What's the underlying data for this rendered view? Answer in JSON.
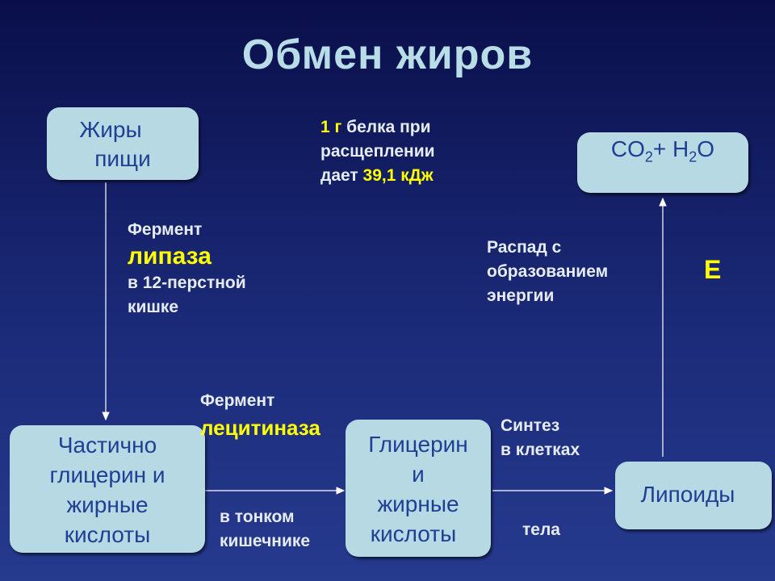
{
  "title": "Обмен жиров",
  "nodes": {
    "dietary_fats": {
      "lines": [
        "Жиры",
        "пищи"
      ]
    },
    "co2_h2o": {
      "co": "CO",
      "sub1": "2",
      "plus": "+ H",
      "sub2": "2",
      "o": "O"
    },
    "partial": {
      "lines": [
        "Частично",
        "глицерин и",
        "жирные",
        "кислоты"
      ]
    },
    "glycerin": {
      "lines": [
        "Глицерин",
        "и",
        "жирные",
        "кислоты"
      ]
    },
    "lipoids": {
      "lines": [
        "Липоиды"
      ]
    }
  },
  "labels": {
    "energy_note": {
      "g": "1 г",
      "rest1": " белка при",
      "line2": "расщеплении",
      "line3a": "дает ",
      "value": "39,1 кДж"
    },
    "lipase": {
      "line1": "Фермент",
      "enzyme": "липаза",
      "line3": "в 12-перстной",
      "line4": "кишке"
    },
    "lecithinase": {
      "line1": "Фермент",
      "enzyme": "лецитиназа"
    },
    "small_intestine": {
      "lines": [
        "в тонком",
        "кишечнике"
      ]
    },
    "synthesis": {
      "lines": [
        "Синтез",
        "в клетках"
      ]
    },
    "body": {
      "text": "тела"
    },
    "breakdown": {
      "lines": [
        "Распад с",
        "образованием",
        "энергии"
      ]
    },
    "energy_symbol": {
      "text": "Е"
    }
  },
  "colors": {
    "box_fill": "#b6d9e3",
    "box_text": "#1f3f95",
    "label_text": "#e6ecf4",
    "highlight": "#ffff00",
    "title": "#b9dde6"
  }
}
